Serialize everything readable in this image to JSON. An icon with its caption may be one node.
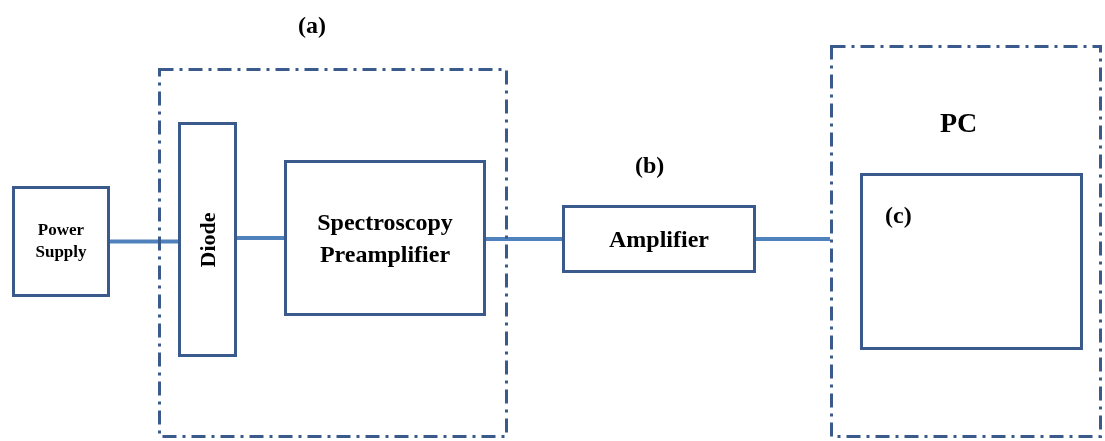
{
  "diagram": {
    "nodes": [
      {
        "text": [
          "(a)"
        ]
      },
      {
        "text": [
          "Power Supply"
        ]
      },
      {
        "text": [
          "Diode"
        ],
        "in": 0
      },
      {
        "text": [
          "Spectroscopy Preamplifier"
        ],
        "in": 0
      },
      {
        "text": [
          "Amplifier"
        ],
        "beside": [
          "(b)"
        ]
      },
      {
        "text": [
          "PC"
        ]
      },
      {
        "text": [
          "(c)"
        ],
        "in": 5
      }
    ],
    "edges": [
      {
        "from": 1,
        "to": 2,
        "arrow": "none"
      },
      {
        "from": 2,
        "to": 3,
        "arrow": "none"
      },
      {
        "from": 3,
        "to": 4,
        "arrow": "none"
      },
      {
        "from": 4,
        "to": 5,
        "arrow": "none"
      }
    ]
  }
}
